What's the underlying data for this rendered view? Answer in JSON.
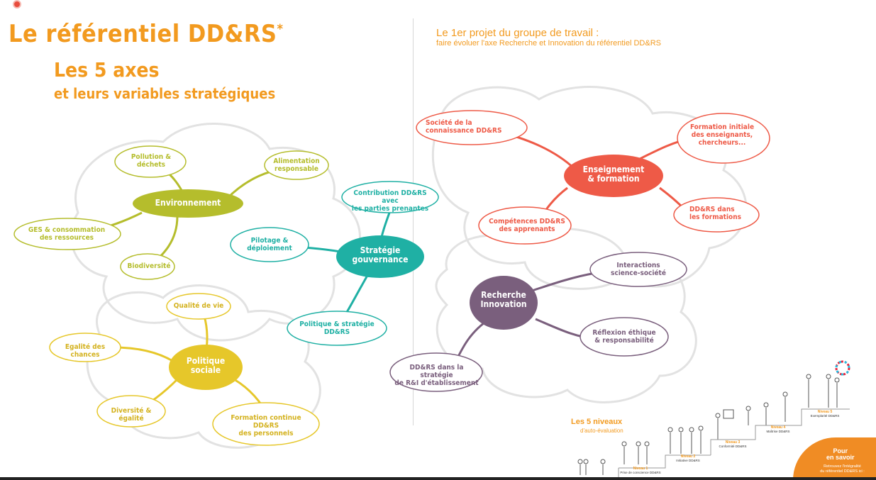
{
  "header": {
    "title": "Le référentiel DD&RS",
    "title_mark": "*",
    "subtitle": "Les 5 axes",
    "subtitle2": "et leurs variables stratégiques"
  },
  "project": {
    "title": "Le 1er projet du groupe de travail :",
    "subtitle": "faire évoluer l'axe Recherche et Innovation du référentiel DD&RS"
  },
  "colors": {
    "environment": "#b5bd2c",
    "governance": "#1fb0a4",
    "social": "#e6c72a",
    "teaching": "#ee5a47",
    "research": "#7a5f7d",
    "orange": "#f29a1f"
  },
  "hubs": {
    "environment": "Environnement",
    "governance_1": "Stratégie",
    "governance_2": "gouvernance",
    "social_1": "Politique",
    "social_2": "sociale",
    "teaching_1": "Enseignement",
    "teaching_2": "& formation",
    "research_1": "Recherche",
    "research_2": "Innovation"
  },
  "leaves": {
    "pollution_1": "Pollution &",
    "pollution_2": "déchets",
    "alimentation_1": "Alimentation",
    "alimentation_2": "responsable",
    "ges_1": "GES & consommation",
    "ges_2": "des ressources",
    "biodiversite": "Biodiversité",
    "contribution_1": "Contribution DD&RS avec",
    "contribution_2": "les parties prenantes",
    "pilotage_1": "Pilotage &",
    "pilotage_2": "déploiement",
    "politique_strat_1": "Politique & stratégie",
    "politique_strat_2": "DD&RS",
    "qualite": "Qualité de vie",
    "egalite": "Egalité des chances",
    "diversite": "Diversité & égalité",
    "formation_continue_1": "Formation continue DD&RS",
    "formation_continue_2": "des personnels",
    "societe_1": "Société de la",
    "societe_2": "connaissance DD&RS",
    "formation_init_1": "Formation initiale",
    "formation_init_2": "des enseignants,",
    "formation_init_3": "chercheurs...",
    "competences_1": "Compétences DD&RS",
    "competences_2": "des apprenants",
    "ddrs_form_1": "DD&RS dans",
    "ddrs_form_2": "les formations",
    "interactions_1": "Interactions",
    "interactions_2": "science-société",
    "reflexion_1": "Réflexion éthique",
    "reflexion_2": "& responsabilité",
    "strategie_ri_1": "DD&RS dans la stratégie",
    "strategie_ri_2": "de R&I d'établissement"
  },
  "levels": {
    "title": "Les 5 niveaux",
    "subtitle": "d'auto-évaluation",
    "n1": "Niveau 1",
    "n1_name": "Prise de conscience DD&RS",
    "n2": "Niveau 2",
    "n2_name": "Initiative DD&RS",
    "n3": "Niveau 3",
    "n3_name": "Conformité DD&RS",
    "n4": "Niveau 4",
    "n4_name": "Maîtrise DD&RS",
    "n5": "Niveau 5",
    "n5_name": "Exemplarité DD&RS"
  },
  "cta": {
    "pour_1": "Pour",
    "pour_2": "en savoir",
    "retrouvez_1": "Retrouvez l'intégralité",
    "retrouvez_2": "du référentiel DD&RS ici :"
  }
}
